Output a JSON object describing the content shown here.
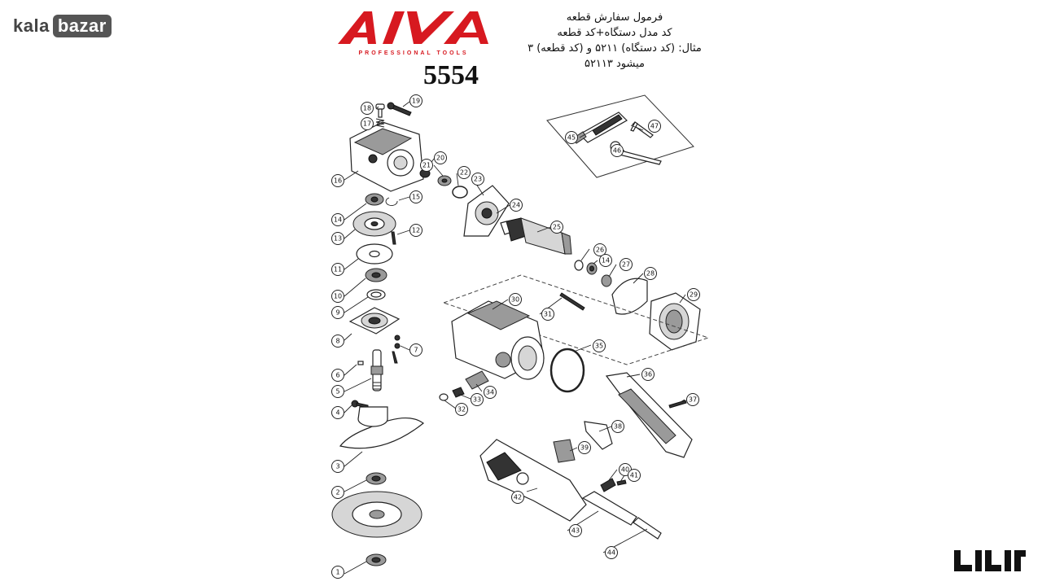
{
  "watermark": {
    "text_left": "kala",
    "text_right": "bazar"
  },
  "brand": {
    "name": "AIVA",
    "tagline": "PROFESSIONAL TOOLS",
    "color": "#d71920"
  },
  "model": {
    "number": "5554"
  },
  "order_note": {
    "line1": "فرمول سفارش قطعه",
    "line2": "کد مدل دستگاه+کد قطعه",
    "line3": "مثال: (کد دستگاه) ۵۲۱۱ و (کد قطعه) ۳",
    "line4": "میشود ۵۲۱۱۳"
  },
  "corner_logo": {
    "text": "کالابازار"
  },
  "parts": [
    {
      "n": "1"
    },
    {
      "n": "2"
    },
    {
      "n": "3"
    },
    {
      "n": "4"
    },
    {
      "n": "5"
    },
    {
      "n": "6"
    },
    {
      "n": "7"
    },
    {
      "n": "8"
    },
    {
      "n": "9"
    },
    {
      "n": "10"
    },
    {
      "n": "11"
    },
    {
      "n": "12"
    },
    {
      "n": "13"
    },
    {
      "n": "14"
    },
    {
      "n": "15"
    },
    {
      "n": "16"
    },
    {
      "n": "17"
    },
    {
      "n": "18"
    },
    {
      "n": "19"
    },
    {
      "n": "20"
    },
    {
      "n": "21"
    },
    {
      "n": "22"
    },
    {
      "n": "23"
    },
    {
      "n": "24"
    },
    {
      "n": "25"
    },
    {
      "n": "26"
    },
    {
      "n": "14"
    },
    {
      "n": "27"
    },
    {
      "n": "28"
    },
    {
      "n": "29"
    },
    {
      "n": "30"
    },
    {
      "n": "31"
    },
    {
      "n": "32"
    },
    {
      "n": "33"
    },
    {
      "n": "34"
    },
    {
      "n": "35"
    },
    {
      "n": "36"
    },
    {
      "n": "37"
    },
    {
      "n": "38"
    },
    {
      "n": "39"
    },
    {
      "n": "40"
    },
    {
      "n": "41"
    },
    {
      "n": "42"
    },
    {
      "n": "43"
    },
    {
      "n": "44"
    },
    {
      "n": "45"
    },
    {
      "n": "46"
    },
    {
      "n": "47"
    }
  ]
}
